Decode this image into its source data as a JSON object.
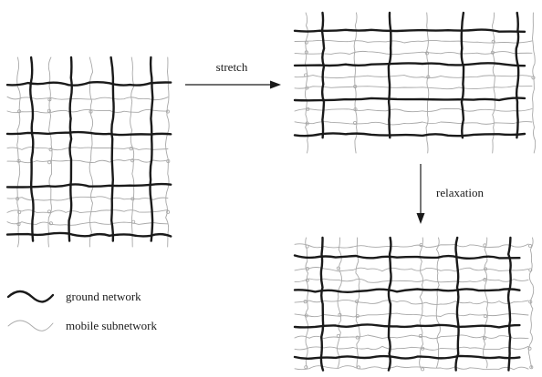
{
  "labels": {
    "stretch": "stretch",
    "relaxation": "relaxation",
    "ground_network": "ground network",
    "mobile_subnetwork": "mobile subnetwork"
  },
  "colors": {
    "ground_network": "#1a1a1a",
    "mobile_subnetwork": "#a8a8a8",
    "background": "#ffffff"
  }
}
